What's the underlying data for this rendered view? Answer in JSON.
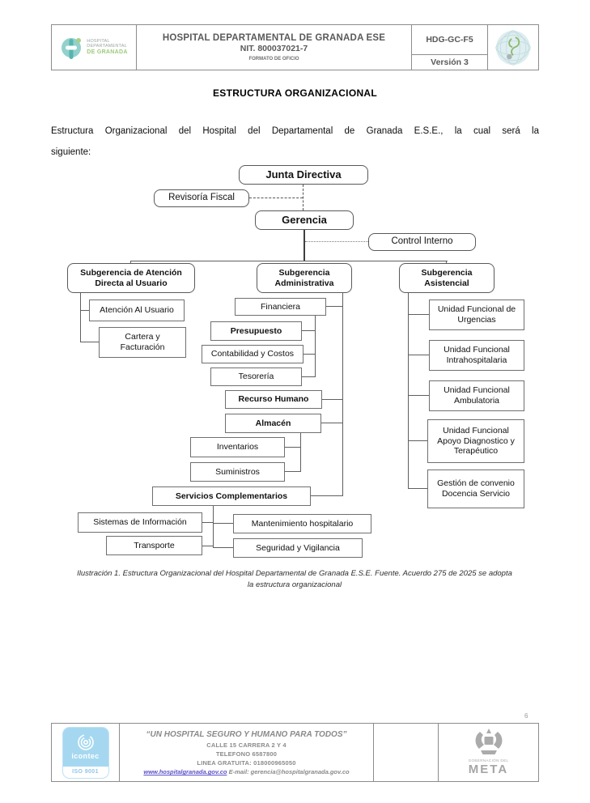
{
  "page_number": "6",
  "header": {
    "logo": {
      "line1": "HOSPITAL",
      "line2": "DEPARTAMENTAL",
      "line3": "DE GRANADA"
    },
    "title": "HOSPITAL DEPARTAMENTAL DE GRANADA ESE",
    "nit": "NIT. 800037021-7",
    "subtitle": "FORMATO DE OFICIO",
    "code": "HDG-GC-F5",
    "version": "Versión 3"
  },
  "document": {
    "title": "ESTRUCTURA ORGANIZACIONAL",
    "intro_line1": "Estructura Organizacional del Hospital del Departamental de Granada E.S.E., la cual será la",
    "intro_line2": "siguiente:",
    "caption": "Ilustración 1. Estructura Organizacional del Hospital Departamental de Granada E.S.E. Fuente. Acuerdo 275 de 2025 se adopta la estructura organizacional"
  },
  "org_chart": {
    "junta_directiva": "Junta Directiva",
    "revisoria_fiscal": "Revisoría Fiscal",
    "gerencia": "Gerencia",
    "control_interno": "Control Interno",
    "subgerencia_atencion": "Subgerencia de Atención Directa al Usuario",
    "atencion_usuario": "Atención Al Usuario",
    "cartera_facturacion": "Cartera y Facturación",
    "subgerencia_administrativa": "Subgerencia Administrativa",
    "financiera": "Financiera",
    "presupuesto": "Presupuesto",
    "contabilidad_costos": "Contabilidad y Costos",
    "tesoreria": "Tesorería",
    "recurso_humano": "Recurso Humano",
    "almacen": "Almacén",
    "inventarios": "Inventarios",
    "suministros": "Suministros",
    "servicios_complementarios": "Servicios Complementarios",
    "sistemas_informacion": "Sistemas de Información",
    "transporte": "Transporte",
    "mantenimiento_hospitalario": "Mantenimiento hospitalario",
    "seguridad_vigilancia": "Seguridad y Vigilancia",
    "subgerencia_asistencial": "Subgerencia Asistencial",
    "uf_urgencias": "Unidad Funcional de Urgencias",
    "uf_intrahospitalaria": "Unidad Funcional Intrahospitalaria",
    "uf_ambulatoria": "Unidad Funcional Ambulatoria",
    "uf_apoyo": "Unidad Funcional Apoyo Diagnostico y Terapéutico",
    "gestion_convenio": "Gestión de convenio Docencia Servicio"
  },
  "footer": {
    "slogan": "“UN HOSPITAL SEGURO Y HUMANO PARA TODOS”",
    "address": "CALLE 15 CARRERA 2 Y 4",
    "phone": "TELEFONO 6587800",
    "hotline": "LINEA GRATUITA: 018000965050",
    "website": "www.hospitalgranada.gov.co",
    "email": "E-mail: gerencia@hospitalgranada.gov.co",
    "icontec_name": "icontec",
    "icontec_cert": "ISO 9001",
    "meta_gov": "GOBERNACIÓN DEL",
    "meta_name": "META"
  },
  "colors": {
    "teal_logo": "#86ccc6",
    "icontec_blue": "#a5d8f0",
    "link_purple": "#5a50c8",
    "footer_gray": "#8a8a8a",
    "border_gray": "#8c8c8c"
  }
}
